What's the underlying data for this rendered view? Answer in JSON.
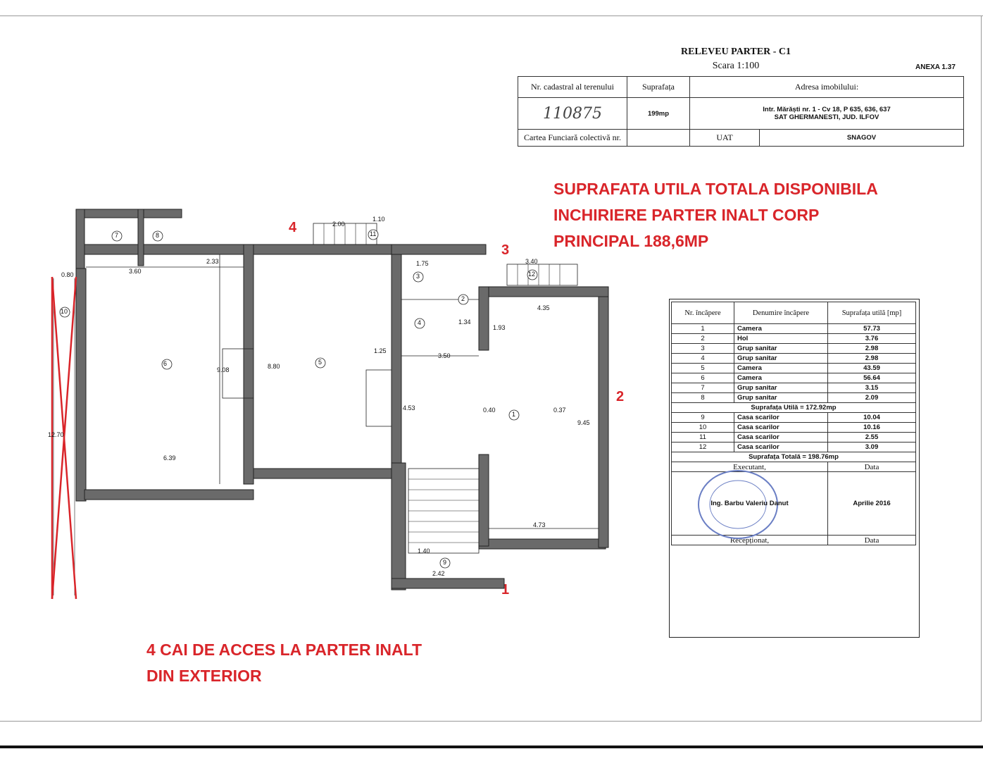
{
  "header": {
    "title": "RELEVEU PARTER - C1",
    "scale": "Scara 1:100",
    "anexa": "ANEXA 1.37"
  },
  "cadastral": {
    "col1_head": "Nr. cadastral al terenului",
    "col2_head": "Suprafața",
    "col3_head": "Adresa imobilului:",
    "cadastral_no": "110875",
    "area": "199mp",
    "address_line1": "Intr. Mărăști nr. 1 - Cv 18, P 635, 636, 637",
    "address_line2": "SAT GHERMANESTI, JUD. ILFOV",
    "carte_funciara": "Cartea Funciară colectivă nr.",
    "uat_label": "UAT",
    "uat_value": "SNAGOV"
  },
  "annotations": {
    "area_line1": "SUPRAFATA UTILA TOTALA DISPONIBILA",
    "area_line2": "INCHIRIERE PARTER INALT CORP",
    "area_line3": "PRINCIPAL 188,6MP",
    "access_line1": "4 CAI DE ACCES LA PARTER INALT",
    "access_line2": "DIN EXTERIOR",
    "access_1": "1",
    "access_2": "2",
    "access_3": "3",
    "access_4": "4"
  },
  "rooms_table": {
    "head_nr": "Nr. încăpere",
    "head_name": "Denumire încăpere",
    "head_area": "Suprafața utilă [mp]",
    "rows": [
      {
        "nr": "1",
        "name": "Camera",
        "area": "57.73"
      },
      {
        "nr": "2",
        "name": "Hol",
        "area": "3.76"
      },
      {
        "nr": "3",
        "name": "Grup sanitar",
        "area": "2.98"
      },
      {
        "nr": "4",
        "name": "Grup sanitar",
        "area": "2.98"
      },
      {
        "nr": "5",
        "name": "Camera",
        "area": "43.59"
      },
      {
        "nr": "6",
        "name": "Camera",
        "area": "56.64"
      },
      {
        "nr": "7",
        "name": "Grup sanitar",
        "area": "3.15"
      },
      {
        "nr": "8",
        "name": "Grup sanitar",
        "area": "2.09"
      }
    ],
    "subtotal": "Suprafața Utilă = 172.92mp",
    "rows2": [
      {
        "nr": "9",
        "name": "Casa scarilor",
        "area": "10.04"
      },
      {
        "nr": "10",
        "name": "Casa scarilor",
        "area": "10.16"
      },
      {
        "nr": "11",
        "name": "Casa scarilor",
        "area": "2.55"
      },
      {
        "nr": "12",
        "name": "Casa scarilor",
        "area": "3.09"
      }
    ],
    "total": "Suprafața Totală = 198.76mp",
    "executant_label": "Executant,",
    "data_label": "Data",
    "executant_name": "Ing. Barbu Valeriu Danut",
    "executant_date": "Aprilie 2016",
    "receptionat_label": "Recepționat,",
    "data_label2": "Data"
  },
  "plan_labels": {
    "r1": "1",
    "r2": "2",
    "r3": "3",
    "r4": "4",
    "r5": "5",
    "r6": "6",
    "r7": "7",
    "r8": "8",
    "r9": "9",
    "r10": "10",
    "r11": "11",
    "r12": "12",
    "d_360": "3.60",
    "d_253": "2.33",
    "d_639": "6.39",
    "d_880": "8.80",
    "d_908": "9.08",
    "d_350": "3.50",
    "d_435": "4.35",
    "d_945": "9.45",
    "d_473": "4.73",
    "d_1270": "12.70",
    "d_340": "3.40",
    "d_200": "2.00",
    "d_110": "1.10",
    "d_125": "1.25",
    "d_242": "2.42",
    "d_140": "1.40",
    "d_175": "1.75",
    "d_134": "1.34",
    "d_193": "1.93",
    "d_453": "4.53",
    "d_080": "0.80",
    "d_040": "0.40",
    "d_037": "0.37"
  },
  "colors": {
    "red": "#d9252a",
    "wall": "#555555",
    "line": "#222222"
  }
}
